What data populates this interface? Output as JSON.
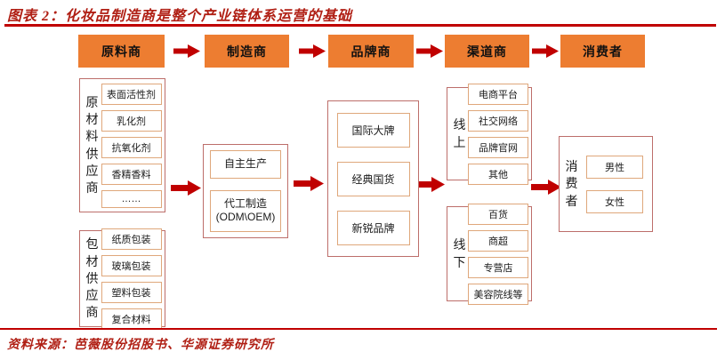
{
  "header": {
    "title": "图表 2：化妆品制造商是整个产业链体系运营的基础"
  },
  "footer": {
    "source": "资料来源：芭薇股份招股书、华源证券研究所"
  },
  "colors": {
    "accent_red": "#b01f14",
    "rule_red": "#c00000",
    "arrow_red": "#c00000",
    "orange": "#ed7d31",
    "group_border": "#bd6e6a",
    "item_border": "#dfa77b"
  },
  "chain": {
    "stages": [
      "原料商",
      "制造商",
      "品牌商",
      "渠道商",
      "消费者"
    ]
  },
  "raw_supplier": {
    "label": "原材料供应商",
    "items": [
      "表面活性剂",
      "乳化剂",
      "抗氧化剂",
      "香精香料",
      "……"
    ]
  },
  "pkg_supplier": {
    "label": "包材供应商",
    "items": [
      "纸质包装",
      "玻璃包装",
      "塑料包装",
      "复合材料"
    ]
  },
  "manufacturer": {
    "items": [
      "自主生产",
      "代工制造\n(ODM\\OEM)"
    ]
  },
  "brand": {
    "items": [
      "国际大牌",
      "经典国货",
      "新锐品牌"
    ]
  },
  "channel_online": {
    "label": "线上",
    "items": [
      "电商平台",
      "社交网络",
      "品牌官网",
      "其他"
    ]
  },
  "channel_offline": {
    "label": "线下",
    "items": [
      "百货",
      "商超",
      "专营店",
      "美容院线等"
    ]
  },
  "consumer": {
    "label": "消费者",
    "items": [
      "男性",
      "女性"
    ]
  }
}
